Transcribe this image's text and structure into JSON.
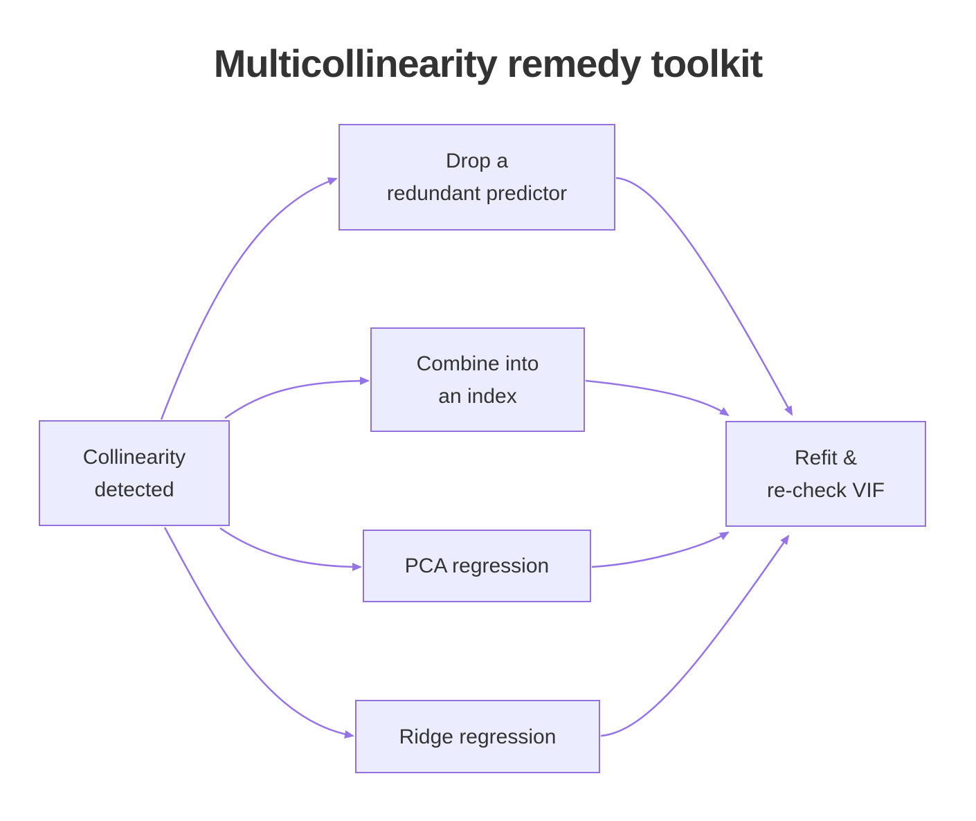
{
  "title": "Multicollinearity remedy toolkit",
  "diagram_type": "flowchart-left-to-right",
  "colors": {
    "background": "#ffffff",
    "node_fill": "#ECECFF",
    "node_border": "#9370DB",
    "edge": "#9673E6",
    "text": "#333333",
    "title": "#333333"
  },
  "nodes": {
    "start": {
      "label": "Collinearity detected",
      "lines": [
        "Collinearity",
        "detected"
      ]
    },
    "drop": {
      "label": "Drop a redundant predictor",
      "lines": [
        "Drop a",
        "redundant predictor"
      ]
    },
    "combine": {
      "label": "Combine into an index",
      "lines": [
        "Combine into",
        "an index"
      ]
    },
    "pca": {
      "label": "PCA regression",
      "lines": [
        "PCA regression"
      ]
    },
    "ridge": {
      "label": "Ridge regression",
      "lines": [
        "Ridge regression"
      ]
    },
    "refit": {
      "label": "Refit & re-check VIF",
      "lines": [
        "Refit &",
        "re-check VIF"
      ]
    }
  },
  "edges": [
    {
      "from": "Collinearity detected",
      "to": "Drop a redundant predictor"
    },
    {
      "from": "Collinearity detected",
      "to": "Combine into an index"
    },
    {
      "from": "Collinearity detected",
      "to": "PCA regression"
    },
    {
      "from": "Collinearity detected",
      "to": "Ridge regression"
    },
    {
      "from": "Drop a redundant predictor",
      "to": "Refit & re-check VIF"
    },
    {
      "from": "Combine into an index",
      "to": "Refit & re-check VIF"
    },
    {
      "from": "PCA regression",
      "to": "Refit & re-check VIF"
    },
    {
      "from": "Ridge regression",
      "to": "Refit & re-check VIF"
    }
  ]
}
